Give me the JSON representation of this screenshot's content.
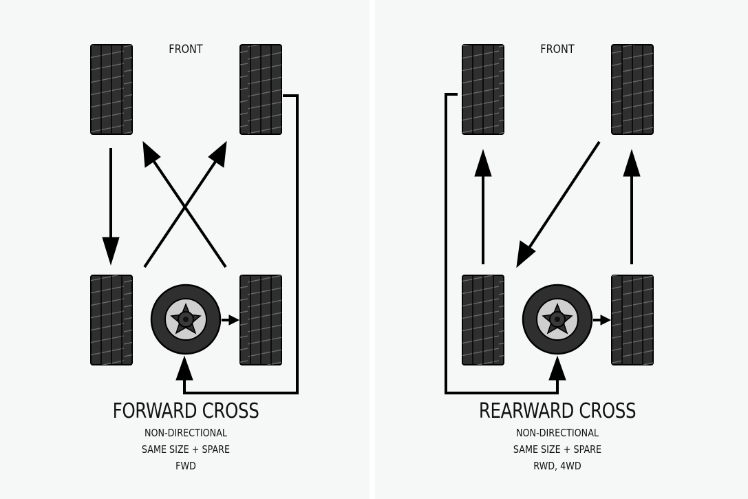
{
  "diagrams": [
    {
      "front_label": "FRONT",
      "title": "FORWARD CROSS",
      "lines": [
        "NON-DIRECTIONAL",
        "SAME SIZE + SPARE",
        "FWD"
      ]
    },
    {
      "front_label": "FRONT",
      "title": "REARWARD CROSS",
      "lines": [
        "NON-DIRECTIONAL",
        "SAME SIZE + SPARE",
        "RWD, 4WD"
      ]
    }
  ],
  "colors": {
    "tire": "#2f2f2f",
    "outline": "#000000",
    "background": "#f6f7f7",
    "hub": "#cfcfcf"
  }
}
